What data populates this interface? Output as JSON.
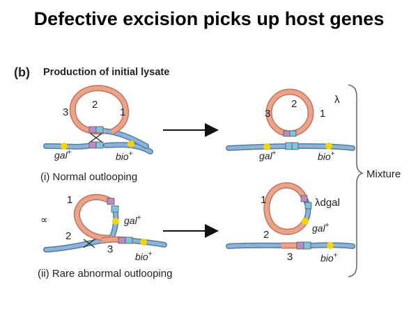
{
  "title": "Defective excision picks up host genes",
  "part_label": "(b)",
  "subtitle": "Production of initial lysate",
  "panel_i": {
    "caption": "(i)  Normal outlooping",
    "site_numbers": [
      "3",
      "2",
      "1"
    ],
    "gene_left": "gal",
    "gene_right": "bio",
    "product_numbers": [
      "3",
      "2",
      "1"
    ],
    "product_label": "λ",
    "product_gene_left": "gal",
    "product_gene_right": "bio"
  },
  "panel_ii": {
    "caption": "(ii)  Rare abnormal  outlooping",
    "site_numbers": [
      "1",
      "2",
      "3"
    ],
    "gene_top": "gal",
    "gene_bottom": "bio",
    "product_numbers": [
      "1",
      "2",
      "3"
    ],
    "product_label": "λdgal",
    "product_gene_loop": "gal",
    "product_gene_bottom": "bio",
    "stray_mark": "∝"
  },
  "plus": "+",
  "mixture_label": "Mixture",
  "colors": {
    "phage_dna": "#e9a48c",
    "phage_dna_edge": "#c9705a",
    "host_dna": "#8fb3d6",
    "host_dna_edge": "#4f7ba8",
    "gene_marker": "#f2d600",
    "att_purple": "#b98dc0",
    "att_blue": "#7fc3df"
  }
}
